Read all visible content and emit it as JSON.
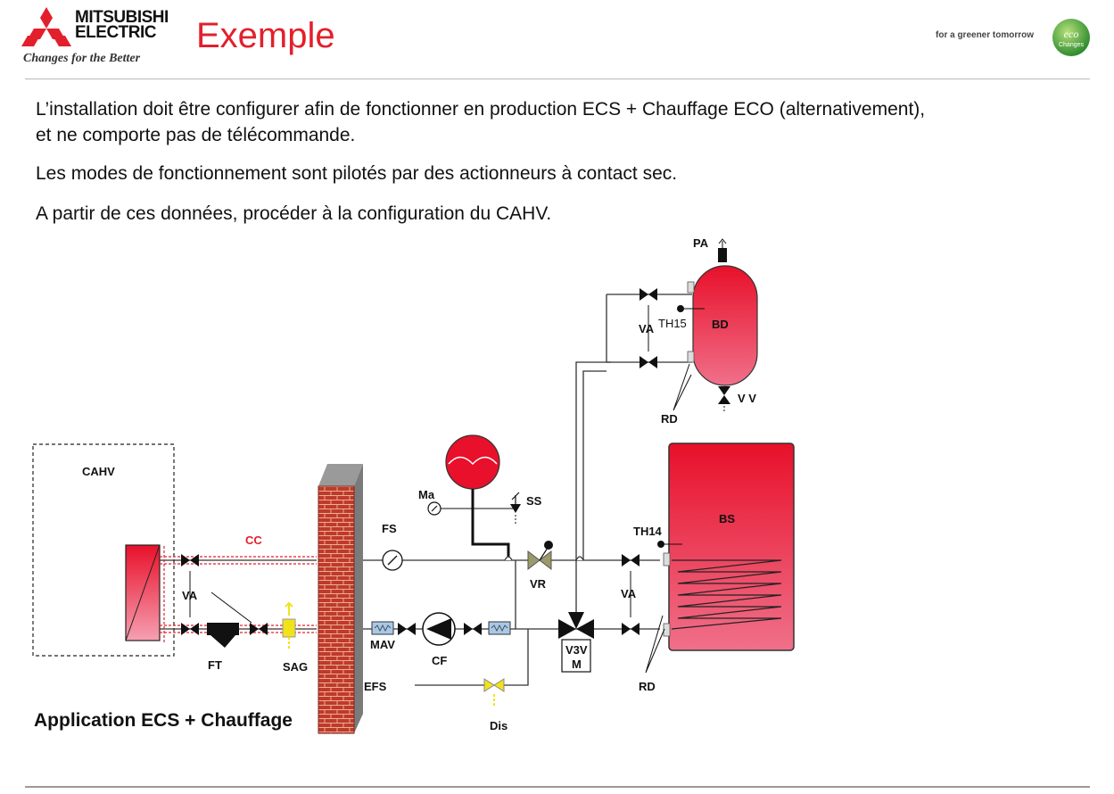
{
  "header": {
    "brand_line1": "MITSUBISHI",
    "brand_line2": "ELECTRIC",
    "tagline": "Changes for the Better",
    "title": "Exemple",
    "slogan": "for a greener tomorrow",
    "eco_badge": "eco Changes"
  },
  "body": {
    "paragraph1_line1": "L’installation doit être configurer afin de fonctionner en production ECS + Chauffage ECO (alternativement),",
    "paragraph1_line2": "et ne comporte pas de télécommande.",
    "paragraph2": "Les modes de fonctionnement sont pilotés par des actionneurs à contact sec.",
    "paragraph3": "A partir de ces données, procéder à la configuration du CAHV."
  },
  "diagram": {
    "title": "Application ECS + Chauffage",
    "labels": {
      "cahv": "CAHV",
      "cc": "CC",
      "va": "VA",
      "ft": "FT",
      "sag": "SAG",
      "ma": "Ma",
      "ss": "SS",
      "fs": "FS",
      "vr": "VR",
      "mav": "MAV",
      "cf": "CF",
      "v3v": "V3V",
      "m": "M",
      "efs": "EFS",
      "dis": "Dis",
      "pa": "PA",
      "th15": "TH15",
      "bd": "BD",
      "vv": "V V",
      "rd": "RD",
      "th14": "TH14",
      "bs": "BS"
    }
  },
  "colors": {
    "brand_red": "#e2202c",
    "tank_red": "#e8102a",
    "tank_pink": "#f0607a",
    "brick": "#c0392b",
    "sensor_yellow": "#f2e21b"
  }
}
